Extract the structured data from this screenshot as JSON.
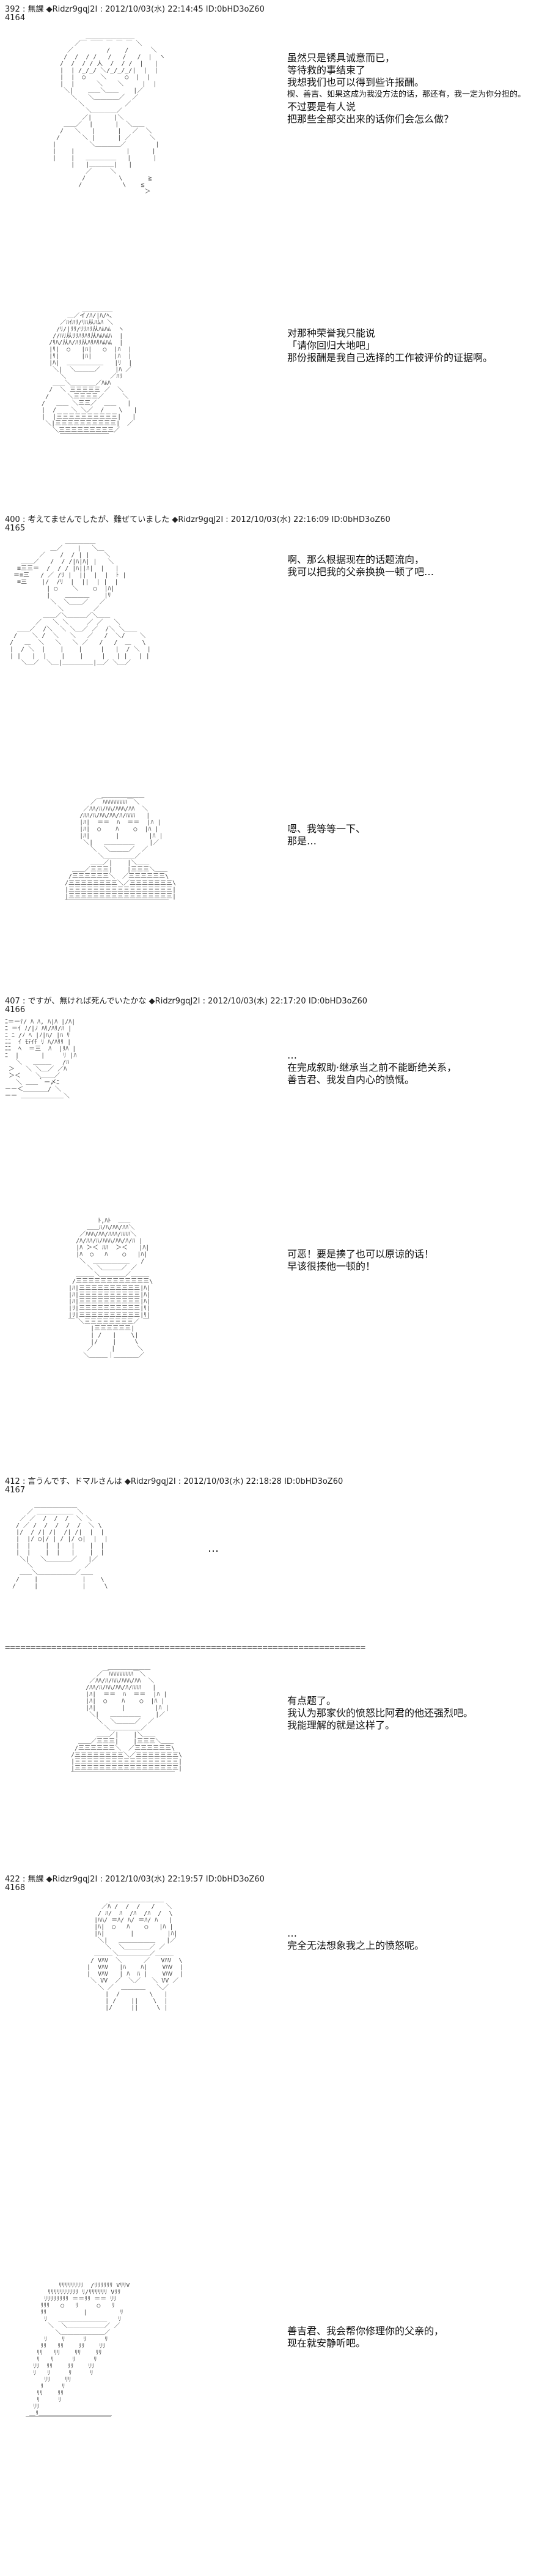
{
  "posts": [
    {
      "header": "392 : 無課 ◆Ridzr9gqJ2I : 2012/10/03(水) 22:14:45 ID:0bHD3oZ60",
      "number": "4164",
      "scenes": [
        {
          "lines": [
            "虽然只是锈具诚意而已，",
            "等待救的事结束了",
            "我想我们也可以得到些许报酬。",
            "楔、善吉、如果这成为我没方法的话，那还有，我一定为你分担的。",
            "不过要是有人说",
            "把那些全部交出来的话你们会怎么做？"
          ]
        },
        {
          "lines": [
            "对那种荣誉我只能说",
            "「请你回归大地吧」",
            "那份报酬是我自己选择的工作被评价的证据啊。"
          ]
        }
      ]
    },
    {
      "header": "400 : 考えてませんでしたが、難ぜていました ◆Ridzr9gqJ2I : 2012/10/03(水) 22:16:09 ID:0bHD3oZ60",
      "number": "4165",
      "scenes": [
        {
          "lines": [
            "啊、那么根据现在的话题流向，",
            "我可以把我的父亲换换一顿了吧…"
          ]
        },
        {
          "lines": [
            "嗯、我等等一下、",
            "那是…"
          ]
        }
      ]
    },
    {
      "header": "407 : ですが、無ければ死んでいたかな ◆Ridzr9gqJ2I : 2012/10/03(水) 22:17:20 ID:0bHD3oZ60",
      "number": "4166",
      "scenes": [
        {
          "lines": [
            "…",
            "在完成叙助·继承当之前不能断绝关系，",
            "善吉君、我发自内心的愤慨。"
          ]
        },
        {
          "lines": [
            "可恶！要是揍了也可以原谅的话！",
            "早该很揍他一顿的！"
          ]
        }
      ]
    },
    {
      "header": "412 : 言うんです、ドマルさんは ◆Ridzr9gqJ2I : 2012/10/03(水) 22:18:28 ID:0bHD3oZ60",
      "number": "4167",
      "scenes": [
        {
          "lines": [
            "…"
          ]
        },
        {
          "lines": [
            "有点题了。",
            "我认为那家伙的愤怒比阿君的他还强烈吧。",
            "我能理解的就是这样了。"
          ]
        }
      ]
    },
    {
      "header": "422 : 無課 ◆Ridzr9gqJ2I : 2012/10/03(水) 22:19:57 ID:0bHD3oZ60",
      "number": "4168",
      "scenes": [
        {
          "lines": [
            "…",
            "完全无法想象我之上的愤怒呢。"
          ]
        },
        {
          "lines": [
            "善吉君、我会帮你修理你的父亲的，",
            "现在就安静听吧。"
          ]
        }
      ]
    }
  ],
  "divider": "======================================================================"
}
